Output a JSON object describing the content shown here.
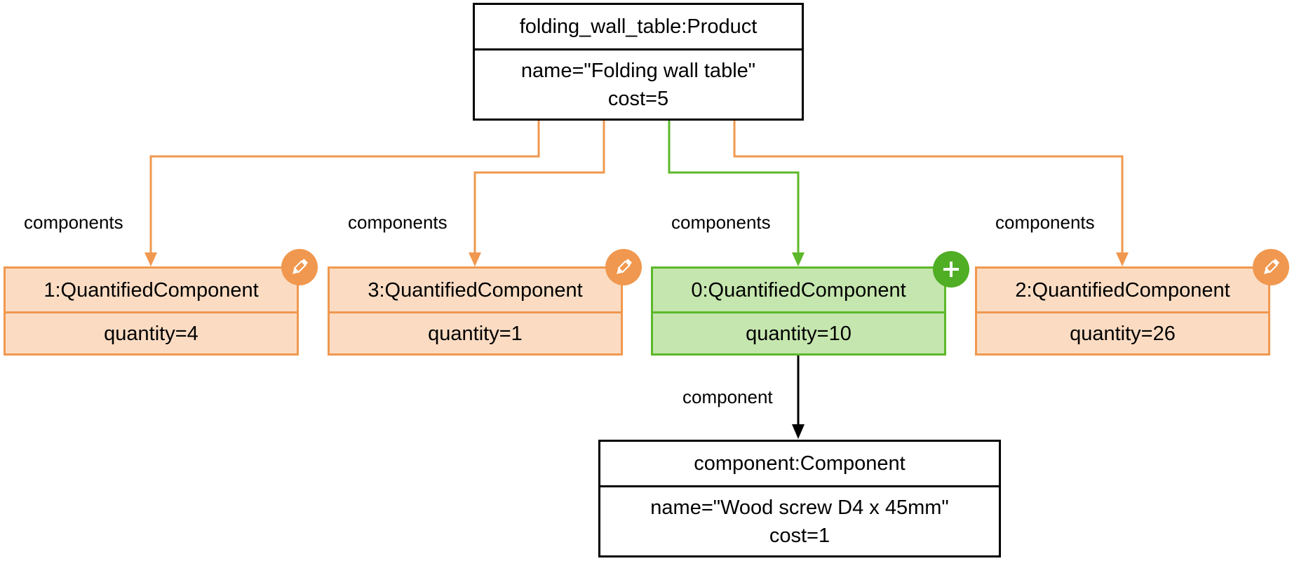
{
  "product": {
    "title": "folding_wall_table:Product",
    "attr_name": "name=\"Folding wall table\"",
    "attr_cost": "cost=5"
  },
  "quantified_components": [
    {
      "title": "1:QuantifiedComponent",
      "quantity": "quantity=4",
      "status": "modified",
      "badge_icon": "pencil-icon"
    },
    {
      "title": "3:QuantifiedComponent",
      "quantity": "quantity=1",
      "status": "modified",
      "badge_icon": "pencil-icon"
    },
    {
      "title": "0:QuantifiedComponent",
      "quantity": "quantity=10",
      "status": "added",
      "badge_icon": "plus-icon"
    },
    {
      "title": "2:QuantifiedComponent",
      "quantity": "quantity=26",
      "status": "modified",
      "badge_icon": "pencil-icon"
    }
  ],
  "component": {
    "title": "component:Component",
    "attr_name": "name=\"Wood screw D4 x 45mm\"",
    "attr_cost": "cost=1"
  },
  "edge_labels": {
    "components": "components",
    "component": "component"
  },
  "colors": {
    "modified_border": "#F0984F",
    "modified_fill": "#FBDCC3",
    "added_border": "#5CB82A",
    "added_fill": "#C5E6AE",
    "plain_border": "#000000"
  }
}
